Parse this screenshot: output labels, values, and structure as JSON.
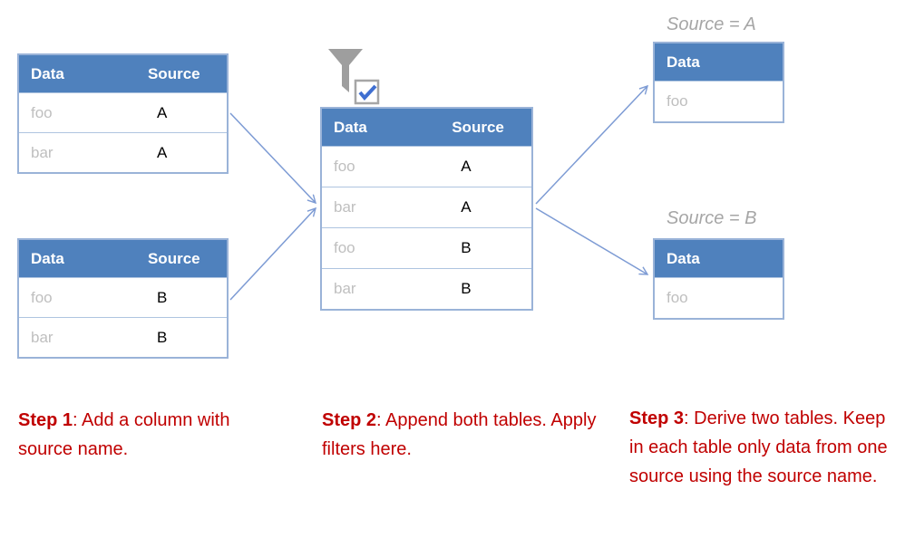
{
  "colors": {
    "header_bg": "#4f81bd",
    "table_border": "#9ab3d8",
    "row_border": "#aec4e0",
    "muted_text": "#bfbfbf",
    "value_text": "#000000",
    "label_gray": "#a6a6a6",
    "step_red": "#c00000",
    "arrow_blue": "#7d9bd4",
    "funnel_gray": "#9e9e9e",
    "check_blue": "#3f6fd1"
  },
  "icons": {
    "filter": "filter-funnel-icon",
    "checkbox": "checked-checkbox-icon"
  },
  "tables": {
    "left_top": {
      "headers": [
        "Data",
        "Source"
      ],
      "rows": [
        [
          "foo",
          "A"
        ],
        [
          "bar",
          "A"
        ]
      ]
    },
    "left_bottom": {
      "headers": [
        "Data",
        "Source"
      ],
      "rows": [
        [
          "foo",
          "B"
        ],
        [
          "bar",
          "B"
        ]
      ]
    },
    "middle": {
      "headers": [
        "Data",
        "Source"
      ],
      "rows": [
        [
          "foo",
          "A"
        ],
        [
          "bar",
          "A"
        ],
        [
          "foo",
          "B"
        ],
        [
          "bar",
          "B"
        ]
      ]
    },
    "right_top": {
      "label": "Source = A",
      "headers": [
        "Data"
      ],
      "rows": [
        [
          "foo"
        ]
      ]
    },
    "right_bottom": {
      "label": "Source = B",
      "headers": [
        "Data"
      ],
      "rows": [
        [
          "foo"
        ]
      ]
    }
  },
  "steps": [
    {
      "title": "Step 1",
      "rest": ": Add a column with source name."
    },
    {
      "title": "Step 2",
      "rest": ": Append both tables. Apply filters here."
    },
    {
      "title": "Step 3",
      "rest": ": Derive two tables. Keep in each table only data from one source using the source name."
    }
  ]
}
